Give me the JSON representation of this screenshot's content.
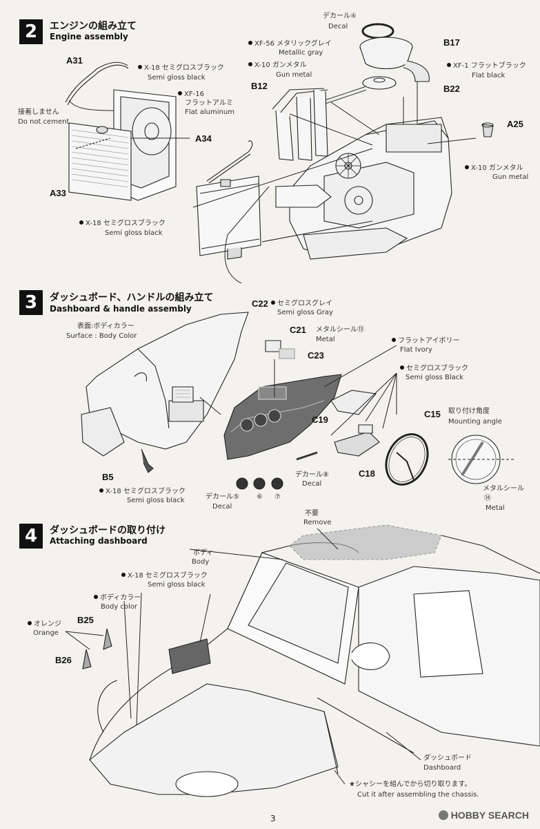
{
  "steps": [
    {
      "num": "2",
      "jp": "エンジンの組み立て",
      "en": "Engine assembly"
    },
    {
      "num": "3",
      "jp": "ダッシュボード、ハンドルの組み立て",
      "en": "Dashboard & handle assembly"
    },
    {
      "num": "4",
      "jp": "ダッシュボードの取り付け",
      "en": "Attaching dashboard"
    }
  ],
  "step2": {
    "parts": {
      "a31": "A31",
      "a34": "A34",
      "a33": "A33",
      "b12": "B12",
      "b17": "B17",
      "b22": "B22",
      "a25": "A25"
    },
    "x18_top": {
      "jp": "X-18 セミグロスブラック",
      "en": "Semi gloss black"
    },
    "xf16": {
      "jp": "XF-16",
      "jp2": "フラットアルミ",
      "en": "Flat aluminum"
    },
    "no_cement": {
      "jp": "接着しません",
      "en": "Do not cement"
    },
    "x18_bottom": {
      "jp": "X-18 セミグロスブラック",
      "en": "Semi gloss black"
    },
    "decal4": {
      "jp": "デカール④",
      "en": "Decal"
    },
    "xf56": {
      "jp": "XF-56 メタリックグレイ",
      "en": "Metallic gray"
    },
    "x10_left": {
      "jp": "X-10 ガンメタル",
      "en": "Gun metal"
    },
    "xf1": {
      "jp": "XF-1 フラットブラック",
      "en": "Flat black"
    },
    "x10_right": {
      "jp": "X-10 ガンメタル",
      "en": "Gun metal"
    }
  },
  "step3": {
    "parts": {
      "c22": "C22",
      "c21": "C21",
      "c23": "C23",
      "c19": "C19",
      "c15": "C15",
      "c18": "C18",
      "b5": "B5"
    },
    "surface": {
      "jp": "表面:ボディカラー",
      "en": "Surface : Body Color"
    },
    "c22_color": {
      "jp": "セミグロスグレイ",
      "en": "Semi gloss Gray"
    },
    "metal_seal13": {
      "jp": "メタルシール⑬",
      "en": "Metal"
    },
    "flat_ivory": {
      "jp": "フラットアイボリー",
      "en": "Flat Ivory"
    },
    "semi_black": {
      "jp": "セミグロスブラック",
      "en": "Semi gloss Black"
    },
    "mounting": {
      "jp": "取り付け角度",
      "en": "Mounting angle"
    },
    "b5_color": {
      "jp": "X-18 セミグロスブラック",
      "en": "Semi gloss black"
    },
    "decal8": {
      "jp": "デカール⑧",
      "en": "Decal"
    },
    "decal5": {
      "jp": "デカール⑤",
      "n6": "⑥",
      "n7": "⑦",
      "en": "Decal"
    },
    "metal_seal14": {
      "jp": "メタルシール",
      "num": "⑭",
      "en": "Metal"
    }
  },
  "step4": {
    "parts": {
      "b25": "B25",
      "b26": "B26"
    },
    "remove": {
      "jp": "不要",
      "en": "Remove"
    },
    "body": {
      "jp": "ボディ",
      "en": "Body"
    },
    "x18": {
      "jp": "X-18 セミグロスブラック",
      "en": "Semi gloss black"
    },
    "body_color": {
      "jp": "ボディカラー",
      "en": "Body color"
    },
    "orange": {
      "jp": "オレンジ",
      "en": "Orange"
    },
    "dashboard": {
      "jp": "ダッシュボード",
      "en": "Dashboard"
    },
    "note": {
      "jp": "★シャシーを組んでから切り取ります。",
      "en": "Cut it after assembling the chassis."
    }
  },
  "page_number": "3",
  "watermark": "HOBBY SEARCH"
}
